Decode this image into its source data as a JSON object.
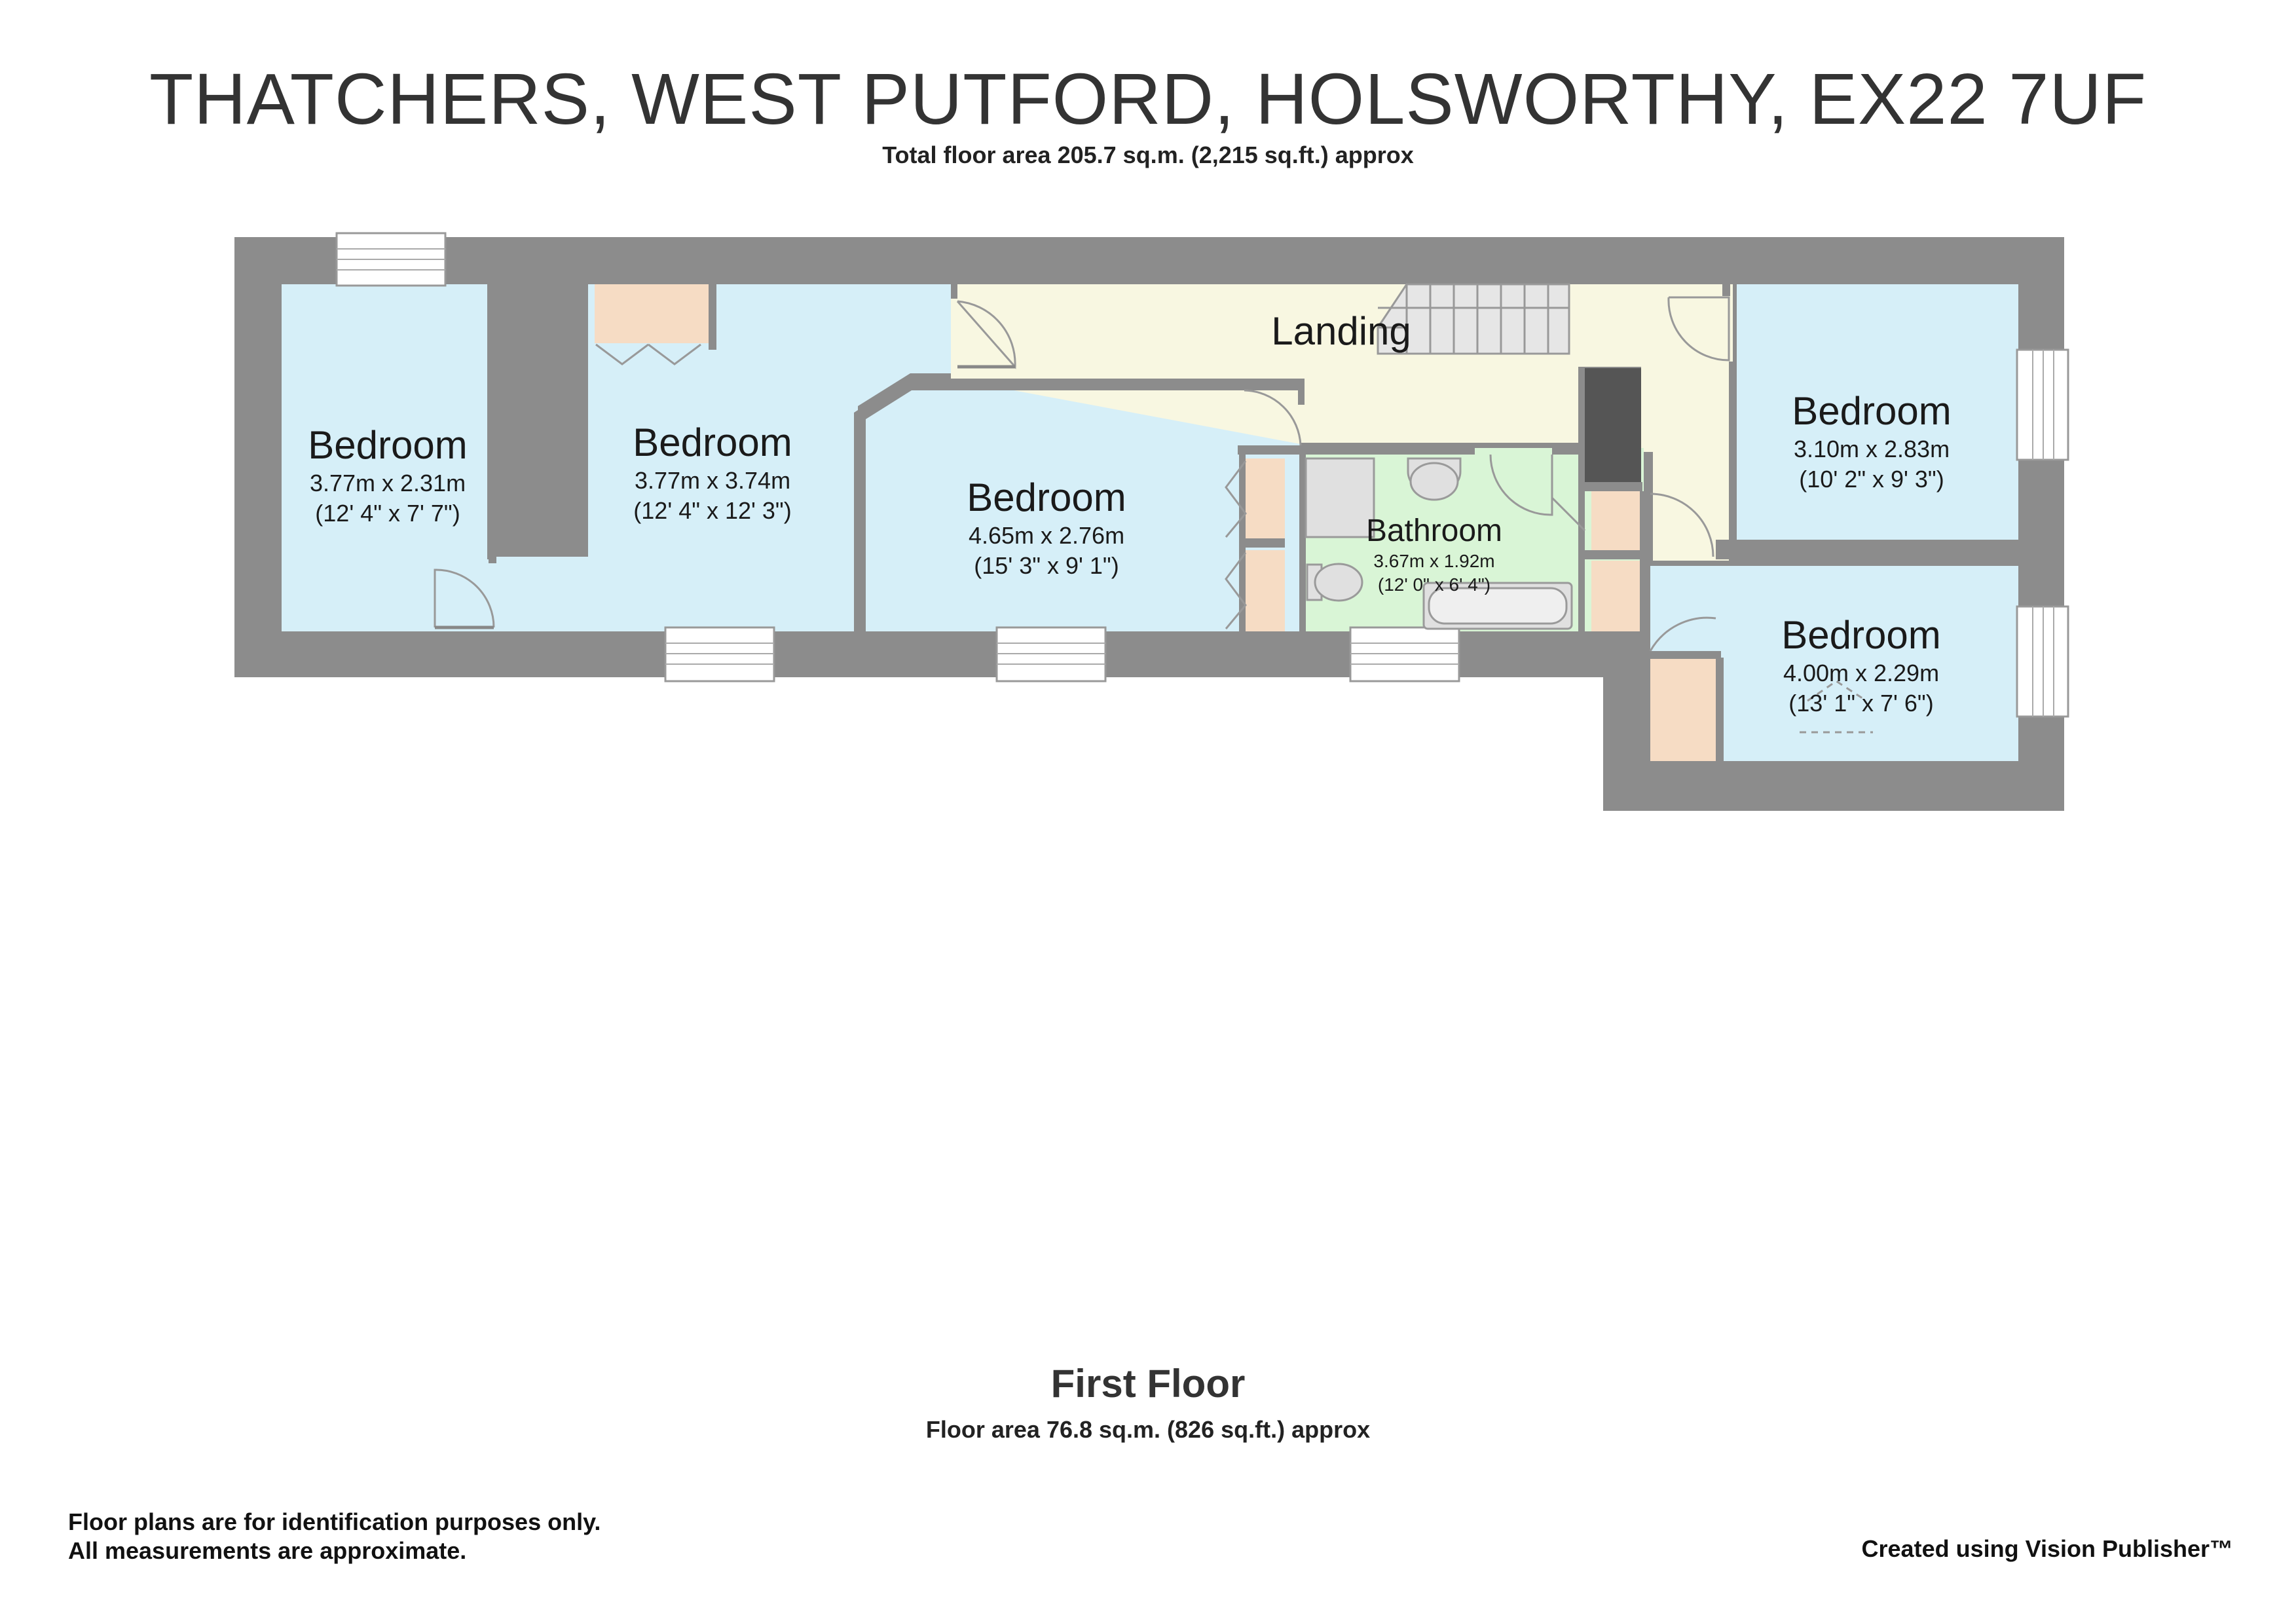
{
  "header": {
    "title": "THATCHERS, WEST PUTFORD, HOLSWORTHY, EX22 7UF",
    "subtitle": "Total floor area 205.7 sq.m. (2,215 sq.ft.) approx"
  },
  "rooms": {
    "bedroom1": {
      "name": "Bedroom",
      "metric": "3.77m x 2.31m",
      "imperial": "(12' 4\" x 7' 7\")"
    },
    "bedroom2": {
      "name": "Bedroom",
      "metric": "3.77m x 3.74m",
      "imperial": "(12' 4\" x 12' 3\")"
    },
    "bedroom3": {
      "name": "Bedroom",
      "metric": "4.65m x 2.76m",
      "imperial": "(15' 3\" x 9' 1\")"
    },
    "landing": {
      "name": "Landing"
    },
    "bathroom": {
      "name": "Bathroom",
      "metric": "3.67m x 1.92m",
      "imperial": "(12' 0\" x 6' 4\")"
    },
    "bedroom4": {
      "name": "Bedroom",
      "metric": "3.10m x 2.83m",
      "imperial": "(10' 2\" x 9' 3\")"
    },
    "bedroom5": {
      "name": "Bedroom",
      "metric": "4.00m x 2.29m",
      "imperial": "(13' 1\" x 7' 6\")"
    }
  },
  "floor": {
    "name": "First Floor",
    "area": "Floor area 76.8 sq.m. (826 sq.ft.) approx"
  },
  "footer": {
    "disclaimer_line1": "Floor plans are for identification purposes only.",
    "disclaimer_line2": "All measurements are approximate.",
    "credit": "Created using Vision Publisher™"
  },
  "colors": {
    "wall": "#8c8c8c",
    "bedroom_fill": "#d6eff8",
    "landing_fill": "#f8f7e1",
    "bathroom_fill": "#d9f5d6",
    "cupboard_fill": "#f6dcc4",
    "window_fill": "#ffffff"
  }
}
